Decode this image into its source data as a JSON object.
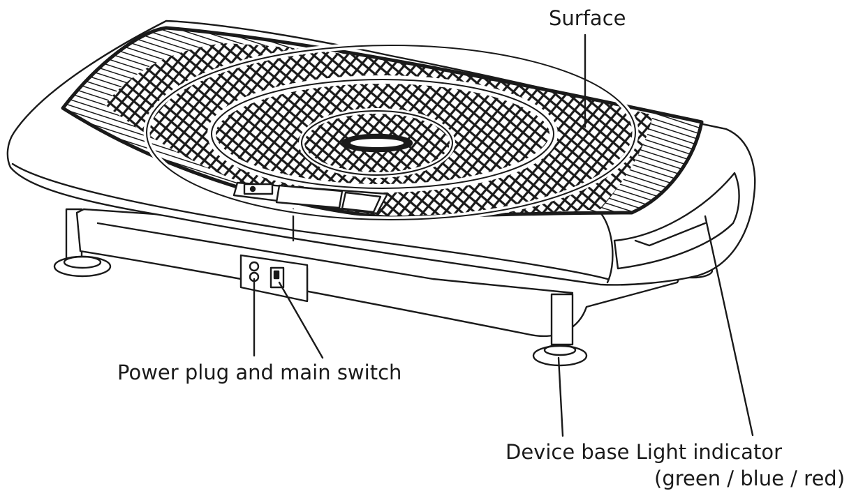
{
  "labels": {
    "surface": "Surface",
    "power": "Power plug and main switch",
    "base_light": "Device base Light indicator",
    "light_colors": "(green / blue / red)"
  },
  "colors": {
    "line": "#1a1a1a",
    "background": "#ffffff"
  }
}
